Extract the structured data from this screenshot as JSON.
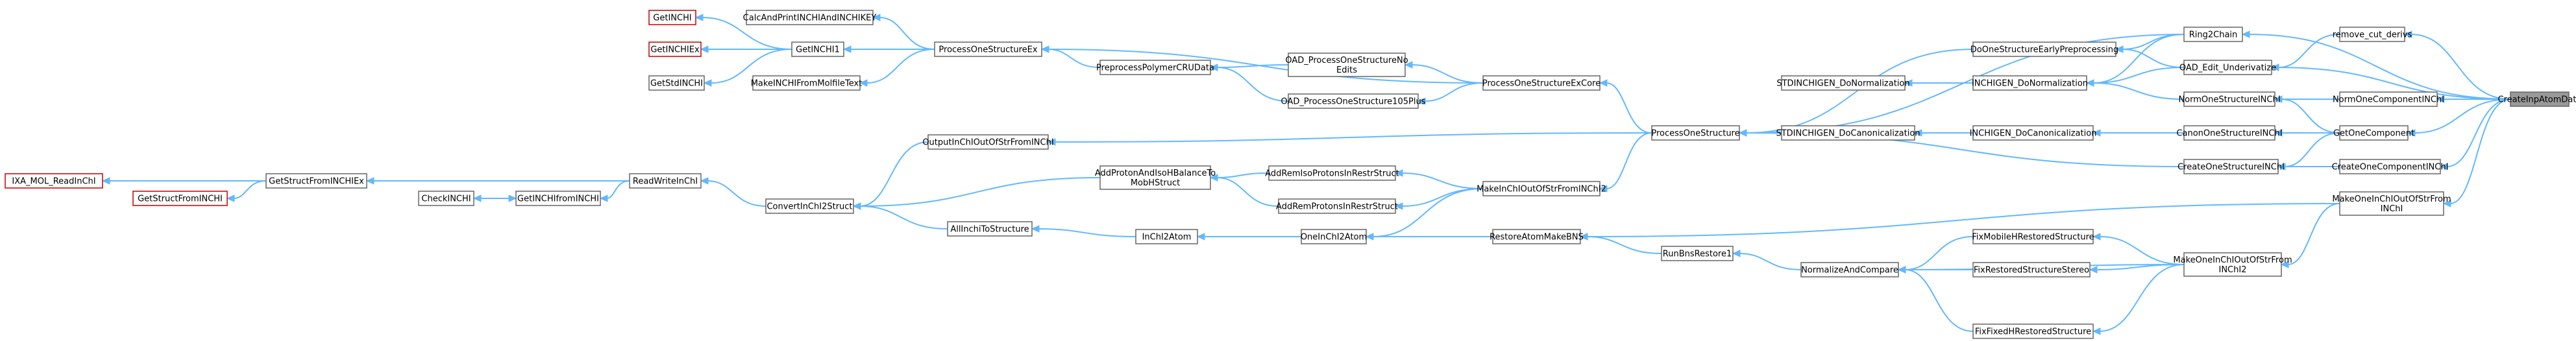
{
  "colors": {
    "edge": "#63b8ff",
    "node_border": "#666666",
    "node_border_missing": "#c40000",
    "focus_fill": "#999999",
    "background": "#ffffff"
  },
  "nodes": {
    "createinpatomdata": {
      "label": [
        "CreateInpAtomData"
      ],
      "style": "focus"
    },
    "ring2chain": {
      "label": [
        "Ring2Chain"
      ]
    },
    "remove_cut_derivs": {
      "label": [
        "remove_cut_derivs"
      ]
    },
    "oad_edit_underivatize": {
      "label": [
        "OAD_Edit_Underivatize"
      ]
    },
    "normonecomponentinchi": {
      "label": [
        "NormOneComponentINChI"
      ]
    },
    "getonecomponent": {
      "label": [
        "GetOneComponent"
      ]
    },
    "createonecomponentinchi": {
      "label": [
        "CreateOneComponentINChI"
      ]
    },
    "makeoneinchioutofstrfrominchi": {
      "label": [
        "MakeOneInChIOutOfStrFrom",
        "INChI"
      ]
    },
    "normonestructureinchi": {
      "label": [
        "NormOneStructureINChI"
      ]
    },
    "canononestructureinchi": {
      "label": [
        "CanonOneStructureINChI"
      ]
    },
    "createonestructureinchi": {
      "label": [
        "CreateOneStructureINChI"
      ]
    },
    "makeoneinchioutofstrfrominchi2": {
      "label": [
        "MakeOneInChIOutOfStrFrom",
        "INChI2"
      ]
    },
    "doonestructureearlypreprocessing": {
      "label": [
        "DoOneStructureEarlyPreprocessing"
      ]
    },
    "inchigen_donormalization": {
      "label": [
        "INCHIGEN_DoNormalization"
      ]
    },
    "inchigen_docanonicalization": {
      "label": [
        "INCHIGEN_DoCanonicalization"
      ]
    },
    "stdinchigen_donormalization": {
      "label": [
        "STDINCHIGEN_DoNormalization"
      ]
    },
    "stdinchigen_docanonicalization": {
      "label": [
        "STDINCHIGEN_DoCanonicalization"
      ]
    },
    "fixmobilehrestoredstructure": {
      "label": [
        "FixMobileHRestoredStructure"
      ]
    },
    "fixrestoredstructurestereo": {
      "label": [
        "FixRestoredStructureStereo"
      ]
    },
    "fixfixedhrestoredstructure": {
      "label": [
        "FixFixedHRestoredStructure"
      ]
    },
    "normalizeandcompare": {
      "label": [
        "NormalizeAndCompare"
      ]
    },
    "runbnsrestore1": {
      "label": [
        "RunBnsRestore1"
      ]
    },
    "restoreatommakebns": {
      "label": [
        "RestoreAtomMakeBNS"
      ]
    },
    "processonestructure": {
      "label": [
        "ProcessOneStructure"
      ]
    },
    "processonestructureexcore": {
      "label": [
        "ProcessOneStructureExCore"
      ]
    },
    "oad_processonestructurenoedits": {
      "label": [
        "OAD_ProcessOneStructureNo",
        "Edits"
      ]
    },
    "oad_processonestructure105plus": {
      "label": [
        "OAD_ProcessOneStructure105Plus"
      ]
    },
    "preprocesspolymercrudata": {
      "label": [
        "PreprocessPolymerCRUData"
      ]
    },
    "processonestructureex": {
      "label": [
        "ProcessOneStructureEx"
      ]
    },
    "calcandprintinchiandinchikey": {
      "label": [
        "CalcAndPrintINCHIAndINCHIKEY"
      ]
    },
    "getinchi1": {
      "label": [
        "GetINCHI1"
      ]
    },
    "makeinchifrommolfiletext": {
      "label": [
        "MakeINCHIFromMolfileText"
      ]
    },
    "getinchi": {
      "label": [
        "GetINCHI"
      ],
      "style": "missing"
    },
    "getinchiex": {
      "label": [
        "GetINCHIEx"
      ],
      "style": "missing"
    },
    "getstdinchi": {
      "label": [
        "GetStdINCHI"
      ]
    },
    "makeinchioutofstrfrominchi2": {
      "label": [
        "MakeInChIOutOfStrFromINChI2"
      ]
    },
    "addremisoprotonsinrestrstruct": {
      "label": [
        "AddRemIsoProtonsInRestrStruct"
      ]
    },
    "addremprotonsinrestrstruct": {
      "label": [
        "AddRemProtonsInRestrStruct"
      ]
    },
    "addprotonandisohbalancetomobilehstruct": {
      "label": [
        "AddProtonAndIsoHBalanceTo",
        "MobHStruct"
      ]
    },
    "oneinchi2atom": {
      "label": [
        "OneInChI2Atom"
      ]
    },
    "inchi2atom": {
      "label": [
        "InChI2Atom"
      ]
    },
    "allinchitostructure": {
      "label": [
        "AllInchiToStructure"
      ]
    },
    "outputinchioutofstrfrominchi": {
      "label": [
        "OutputInChIOutOfStrFromINChI"
      ]
    },
    "convertinchi2struct": {
      "label": [
        "ConvertInChI2Struct"
      ]
    },
    "readwriteinchi": {
      "label": [
        "ReadWriteInChI"
      ]
    },
    "getinchifrominchi": {
      "label": [
        "GetINCHIfromINCHI"
      ]
    },
    "checkinchi": {
      "label": [
        "CheckINCHI"
      ]
    },
    "getstructfrominchiex": {
      "label": [
        "GetStructFromINCHIEx"
      ]
    },
    "getstructfrominchi": {
      "label": [
        "GetStructFromINCHI"
      ],
      "style": "missing"
    },
    "ixa_mol_readinchi": {
      "label": [
        "IXA_MOL_ReadInChI"
      ],
      "style": "missing"
    }
  }
}
